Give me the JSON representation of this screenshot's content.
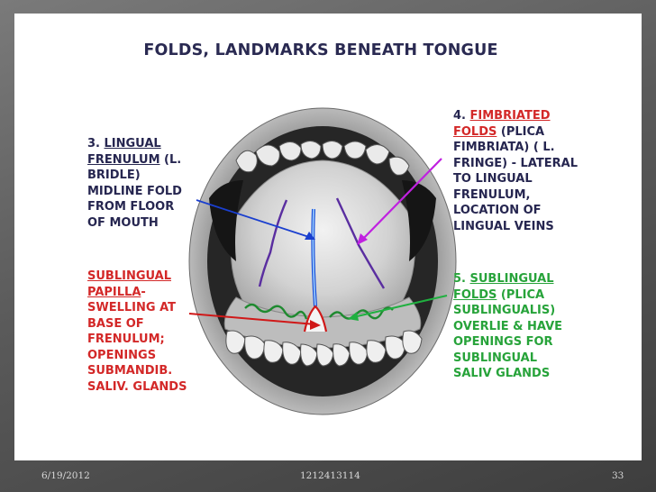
{
  "slide": {
    "title": "FOLDS, LANDMARKS BENEATH TONGUE",
    "frenulum": {
      "line1_num": "3. ",
      "line1_term": "LINGUAL",
      "line2_term": "FRENULUM",
      "line2_rest": " (L.",
      "line3": "BRIDLE)",
      "line4": "MIDLINE FOLD",
      "line5": "FROM FLOOR",
      "line6": "OF MOUTH"
    },
    "papilla": {
      "line1_term": "SUBLINGUAL",
      "line2_term": "PAPILLA",
      "line2_rest": "-",
      "line3": "SWELLING AT",
      "line4": "BASE OF",
      "line5": "FRENULUM;",
      "line6": "OPENINGS",
      "line7": "SUBMANDIB.",
      "line8": "SALIV. GLANDS"
    },
    "fimbriated": {
      "line1_num": "4. ",
      "line1_term": "FIMBRIATED",
      "line2_term": "FOLDS",
      "line2_rest": " (PLICA",
      "line3": "FIMBRIATA) ( L.",
      "line4": "FRINGE) - LATERAL",
      "line5": "TO LINGUAL",
      "line6": "FRENULUM,",
      "line7": "LOCATION OF",
      "line8": "LINGUAL VEINS"
    },
    "sublingual_folds": {
      "line1_num": "5. ",
      "line1_term": "SUBLINGUAL",
      "line2_term": "FOLDS",
      "line2_rest": " (PLICA",
      "line3": "SUBLINGUALIS)",
      "line4": "OVERLIE & HAVE",
      "line5": "OPENINGS FOR",
      "line6": "SUBLINGUAL",
      "line7": "SALIV GLANDS"
    }
  },
  "footer": {
    "date": "6/19/2012",
    "center": "1212413114",
    "page": "33"
  },
  "colors": {
    "navy_text": "#262650",
    "red_text": "#d32828",
    "green_text": "#27a33a",
    "frenulum_arrow": "#1a3fcf",
    "fimbriated_arrow": "#c020e0",
    "papilla_arrow": "#d01818",
    "sublingual_arrow": "#20b040"
  }
}
